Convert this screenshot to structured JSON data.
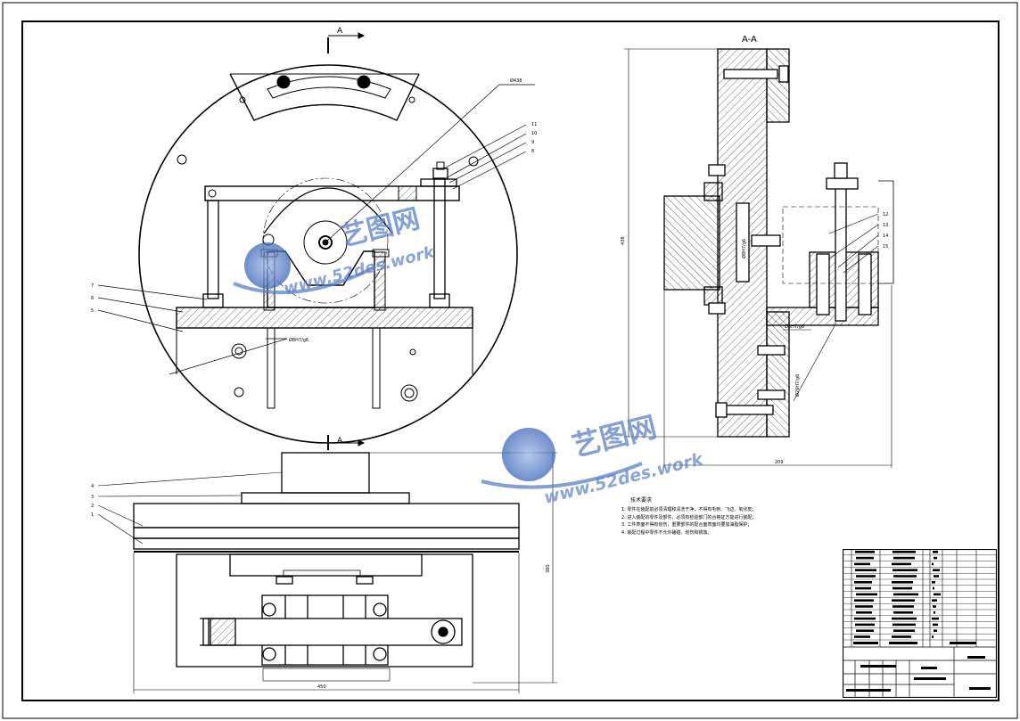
{
  "section_label_top": "A",
  "section_label_bottom": "A",
  "section_title": "A-A",
  "dims": {
    "top_phi": "Ø438",
    "fit_left": "Ø8H7/g6",
    "fit_right": "Ø8H7/g6",
    "fit_vertical": "Ø8H7/g6",
    "fit_small": "Ø26H7/g6",
    "height_right": "438",
    "width_right": "209",
    "width_bottom": "450",
    "height_bottom": "380"
  },
  "callouts_left": [
    "7",
    "6",
    "5"
  ],
  "callouts_top": [
    "11",
    "10",
    "9",
    "8"
  ],
  "callouts_right": [
    "12",
    "13",
    "14",
    "15"
  ],
  "callouts_bottom": [
    "4",
    "3",
    "2",
    "1"
  ],
  "tech_notes": {
    "title": "技术要求",
    "lines": [
      "1. 零件在装配前必须清理和清洗干净，不得有毛刺、飞边、氧化皮；",
      "2. 进入装配的零件及部件，必须有检验部门的合格证方能进行装配；",
      "3. 工件表面不得有划伤，重要部件的配合面表面均要加油脂保护；",
      "4. 装配过程中零件不允许磕碰、划伤和锈蚀。"
    ]
  },
  "watermark": {
    "brand": "艺图网",
    "url": "www.52des.work"
  },
  "colors": {
    "line": "#000000",
    "watermark": "#5b7fc6"
  }
}
